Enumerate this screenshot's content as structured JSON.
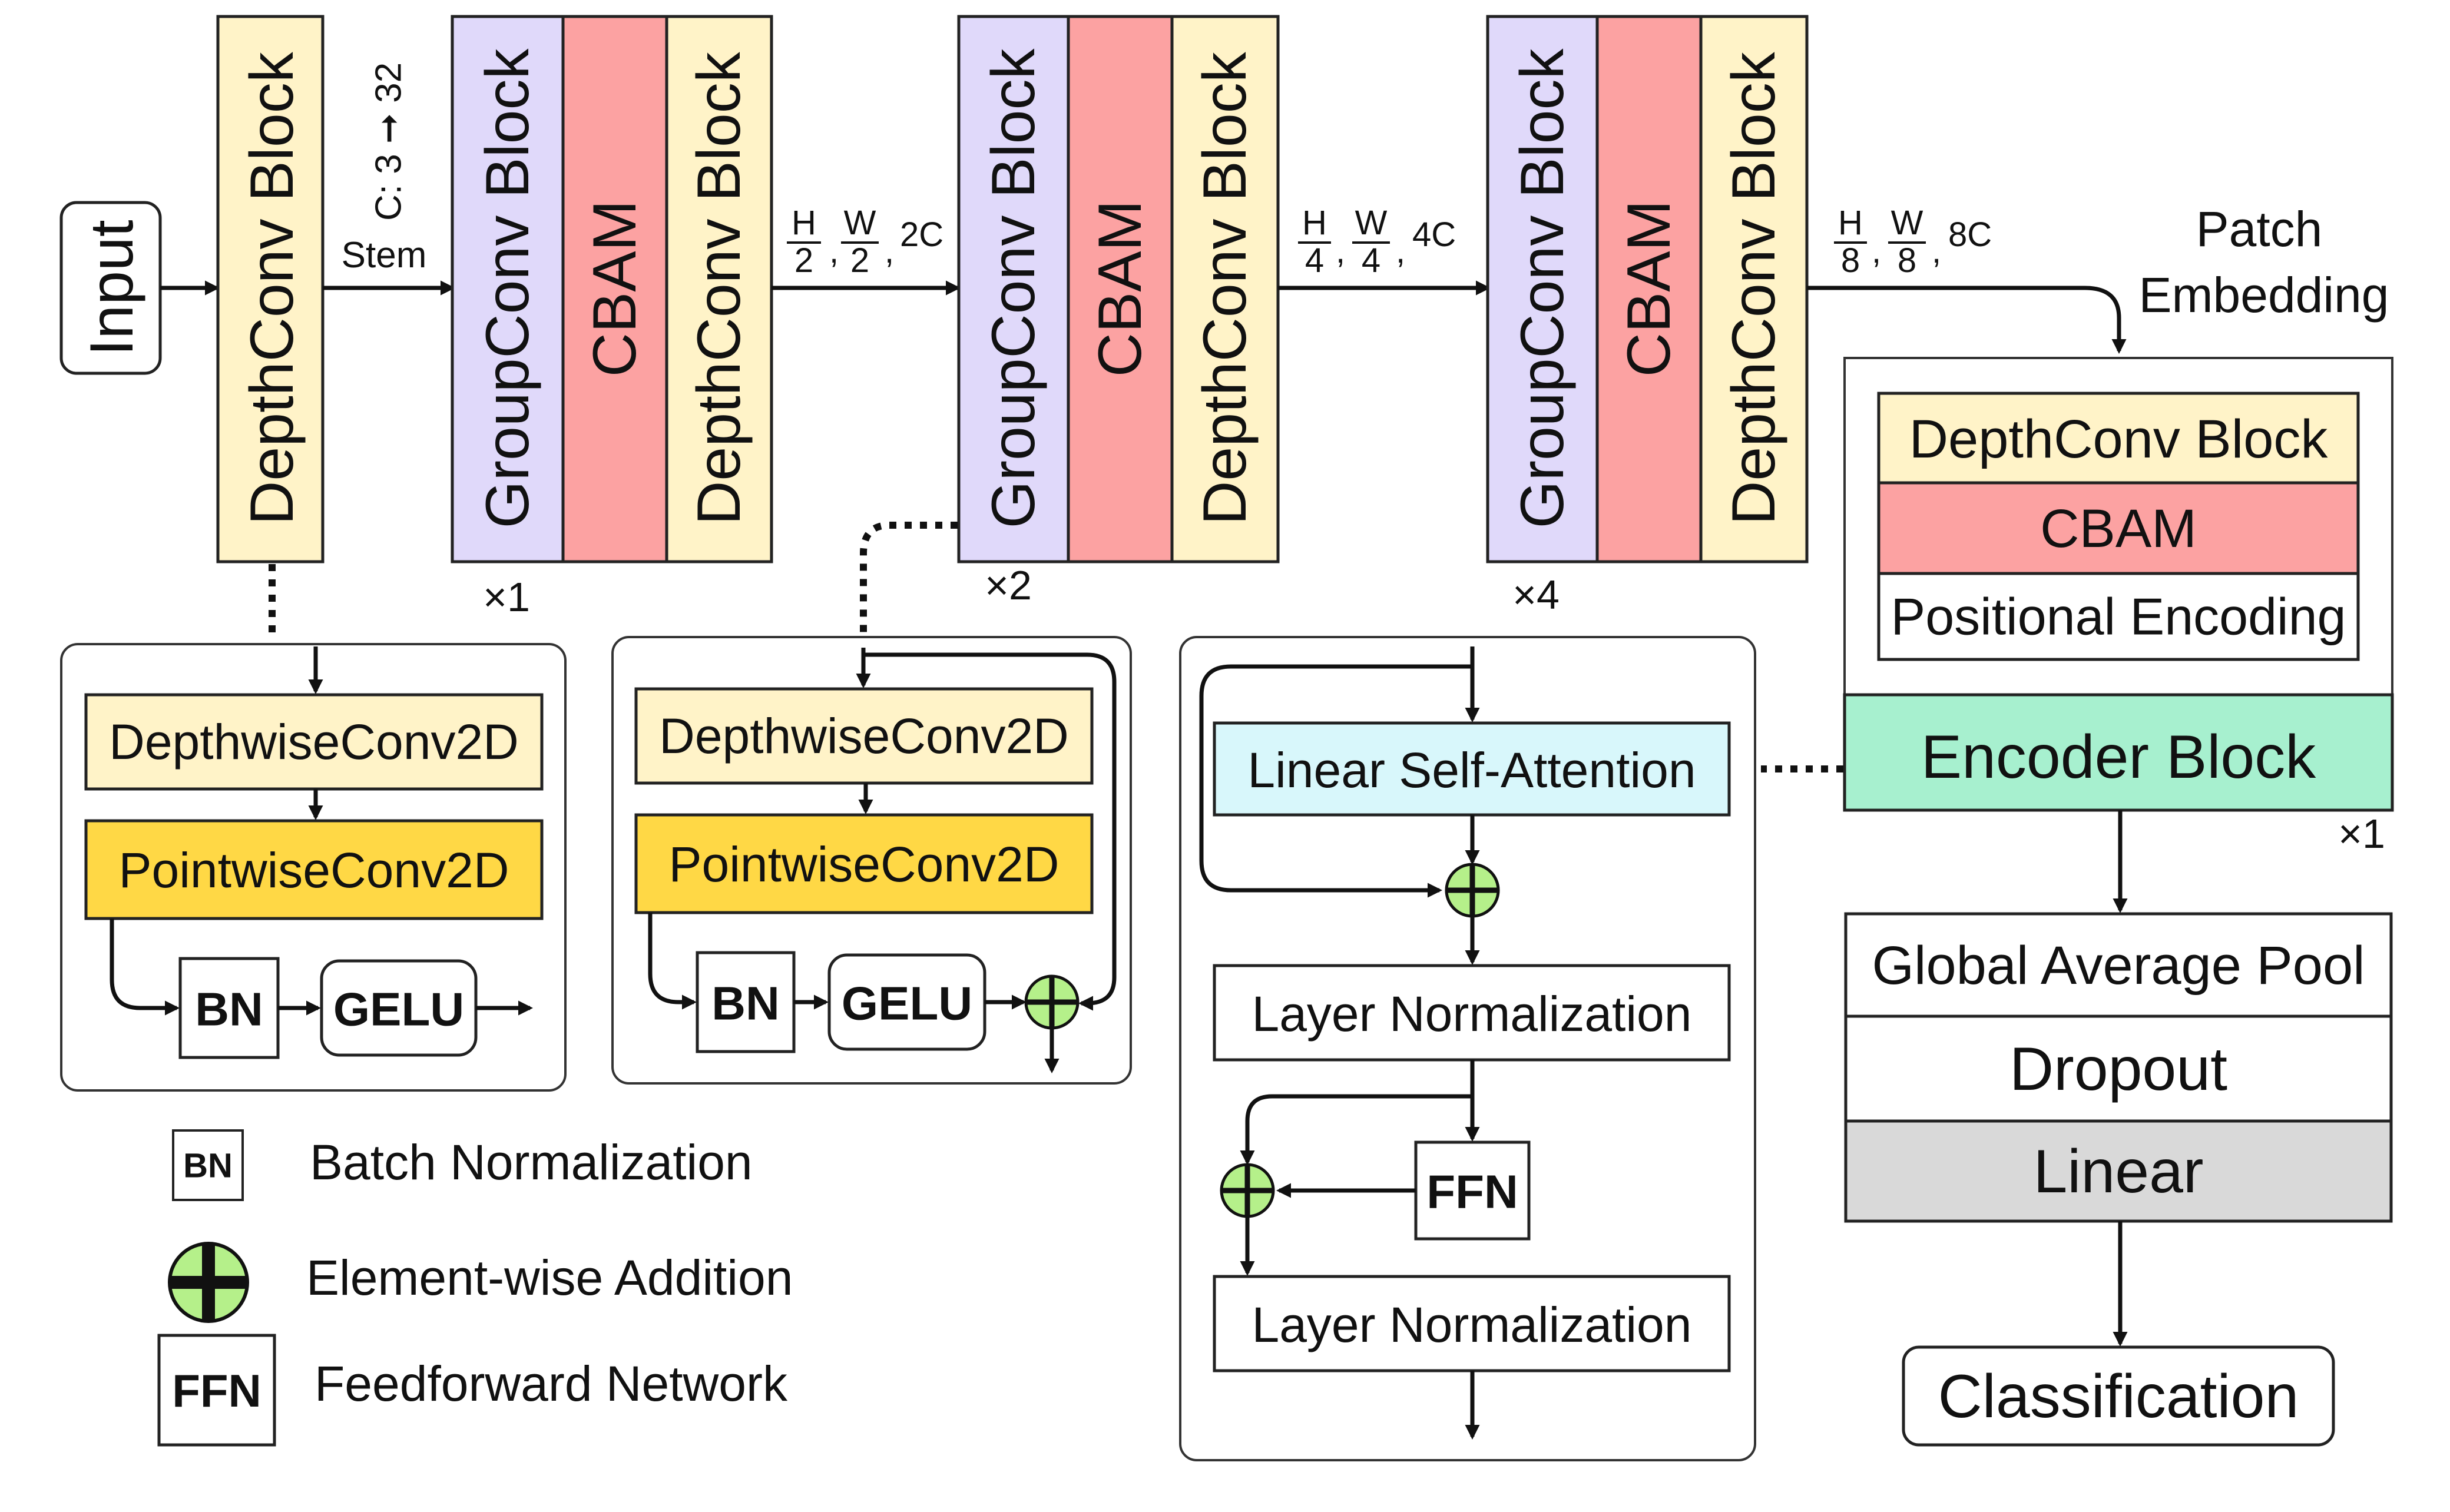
{
  "colors": {
    "depthconv": "#FFF3C8",
    "groupconv": "#E0D9FA",
    "cbam": "#FCA2A2",
    "pointwise": "#FFD845",
    "attention": "#D8F7FB",
    "encoder": "#A7F0CF",
    "linear": "#D9D9D9",
    "add": "#B5F08A"
  },
  "input_label": "Input",
  "stem": {
    "channels": "C: 3 ➞ 32",
    "label": "Stem"
  },
  "stages": [
    {
      "groupconv": "GroupConv Block",
      "cbam": "CBAM",
      "depthconv": "DepthConv Block",
      "repeat": "×1"
    },
    {
      "groupconv": "GroupConv Block",
      "cbam": "CBAM",
      "depthconv": "DepthConv Block",
      "repeat": "×2"
    },
    {
      "groupconv": "GroupConv Block",
      "cbam": "CBAM",
      "depthconv": "DepthConv Block",
      "repeat": "×4"
    }
  ],
  "stem_block": "DepthConv Block",
  "dims": [
    {
      "h": "H",
      "hd": "2",
      "w": "W",
      "wd": "2",
      "c": "2C"
    },
    {
      "h": "H",
      "hd": "4",
      "w": "W",
      "wd": "4",
      "c": "4C"
    },
    {
      "h": "H",
      "hd": "8",
      "w": "W",
      "wd": "8",
      "c": "8C"
    }
  ],
  "detail_depthconv": {
    "depthwise": "DepthwiseConv2D",
    "pointwise": "PointwiseConv2D",
    "bn": "BN",
    "gelu": "GELU"
  },
  "detail_groupconv": {
    "depthwise": "DepthwiseConv2D",
    "pointwise": "PointwiseConv2D",
    "bn": "BN",
    "gelu": "GELU"
  },
  "encoder_detail": {
    "attention": "Linear Self-Attention",
    "norm1": "Layer Normalization",
    "ffn": "FFN",
    "norm2": "Layer Normalization"
  },
  "patch_embedding": {
    "title_line1": "Patch",
    "title_line2": "Embedding",
    "depthconv": "DepthConv Block",
    "cbam": "CBAM",
    "positional": "Positional Encoding"
  },
  "encoder_block": {
    "label": "Encoder Block",
    "repeat": "×1"
  },
  "head": {
    "pool": "Global Average Pool",
    "dropout": "Dropout",
    "linear": "Linear",
    "output": "Classification"
  },
  "legend": [
    {
      "symbol": "BN",
      "text": "Batch Normalization"
    },
    {
      "symbol": "add",
      "text": "Element-wise Addition"
    },
    {
      "symbol": "FFN",
      "text": "Feedforward Network"
    }
  ]
}
